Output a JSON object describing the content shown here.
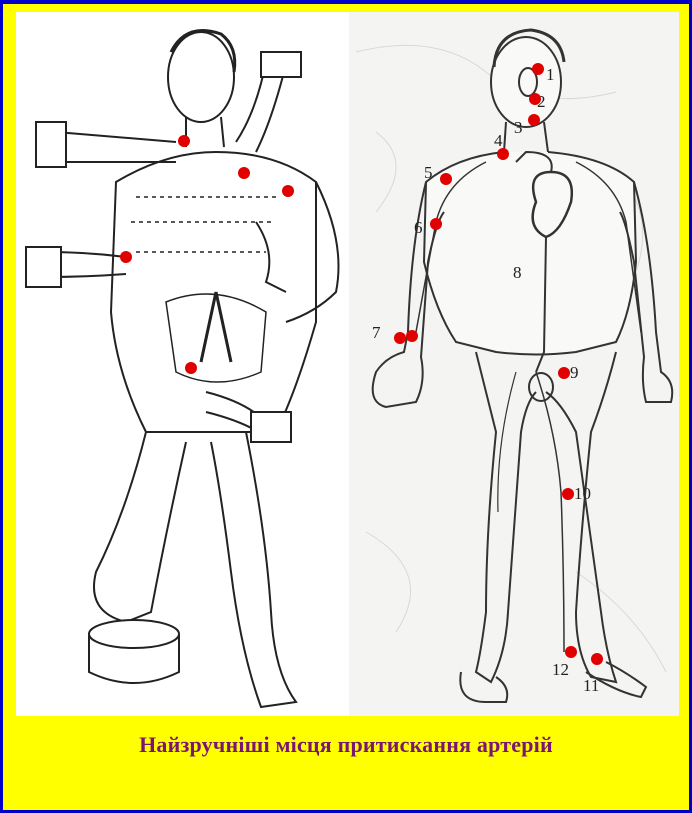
{
  "caption": "Найзручніші місця притискання артерій",
  "colors": {
    "frame_border": "#0000c8",
    "frame_fill": "#ffff00",
    "caption_text": "#7a1570",
    "pressure_point": "#e00000"
  },
  "point_labels": [
    "1",
    "2",
    "3",
    "4",
    "5",
    "6",
    "7",
    "8",
    "9",
    "10",
    "11",
    "12"
  ]
}
